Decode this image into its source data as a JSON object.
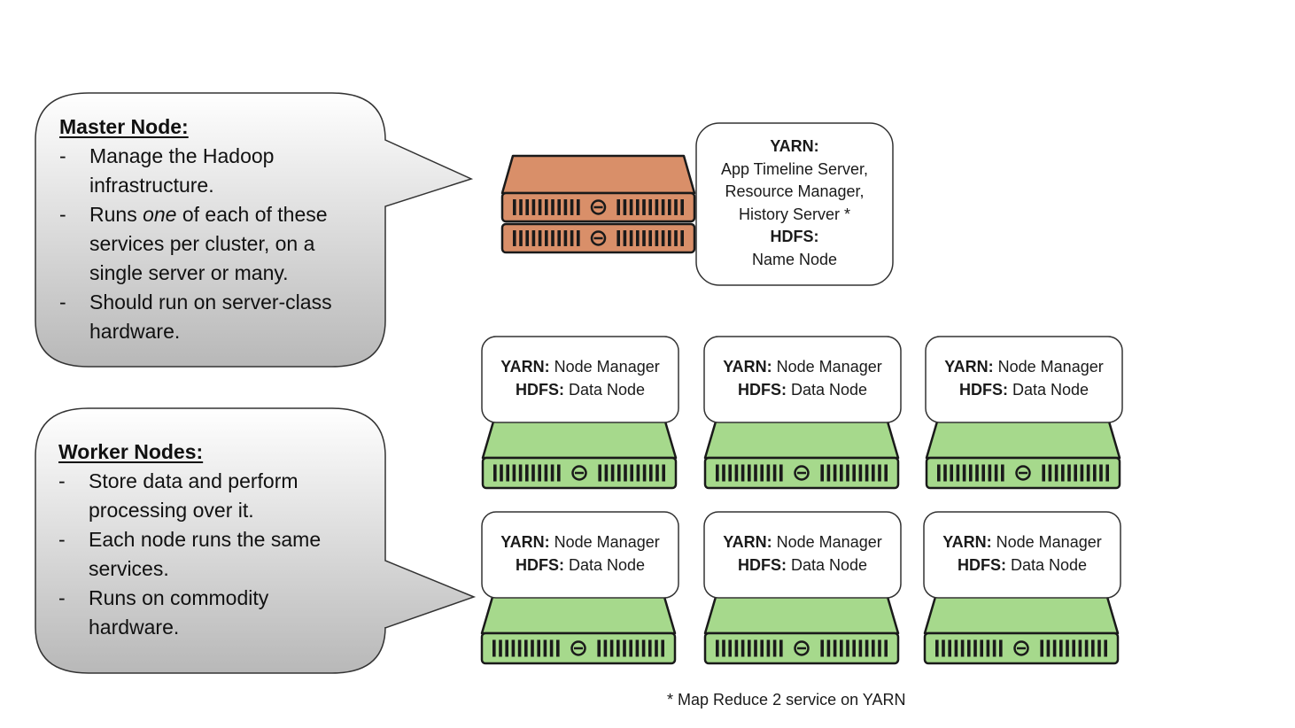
{
  "master_callout": {
    "title": "Master Node:",
    "bullets": [
      {
        "line1": "Manage the Hadoop",
        "line2": "infrastructure."
      },
      {
        "pre": "Runs ",
        "emph": "one",
        "post": " of each of these",
        "line2": "services per cluster, on a",
        "line3": "single server or many."
      },
      {
        "line1": "Should run on server-class",
        "line2": "hardware."
      }
    ]
  },
  "worker_callout": {
    "title": "Worker Nodes:",
    "bullets": [
      {
        "line1": "Store data and perform",
        "line2": "processing over it."
      },
      {
        "line1": "Each node runs the same",
        "line2": "services."
      },
      {
        "line1": "Runs on commodity",
        "line2": "hardware."
      }
    ]
  },
  "bullet_dash": "-",
  "master_box": {
    "yarn_label": "YARN:",
    "services": [
      "App Timeline Server,",
      "Resource Manager,",
      "History Server *"
    ],
    "hdfs_label": "HDFS:",
    "hdfs_service": "Name Node"
  },
  "worker_box": {
    "yarn_label": "YARN:",
    "yarn_service": "Node Manager",
    "hdfs_label": "HDFS:",
    "hdfs_service": "Data Node"
  },
  "footnote": "* Map Reduce 2 service on YARN",
  "colors": {
    "master_server": "#d98f69",
    "worker_server": "#a6d98c",
    "callout_top": "#ffffff",
    "callout_bottom": "#b8b8b8"
  },
  "icons": {
    "master": "server-icon",
    "worker": "server-icon"
  }
}
